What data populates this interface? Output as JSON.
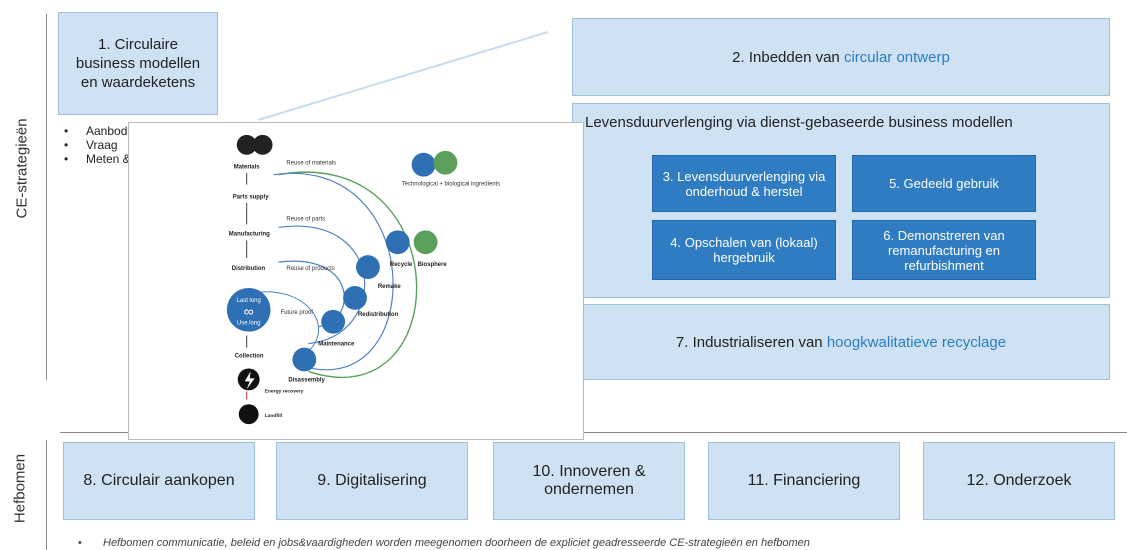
{
  "side_labels": {
    "strategies": "CE-strategieën",
    "levers": "Hefbomen"
  },
  "box1": {
    "title": "1. Circulaire business modellen en waardeketens",
    "bullets": [
      "Aanbod",
      "Vraag",
      "Meten & evalueren"
    ]
  },
  "box2": {
    "prefix": "2. Inbedden van ",
    "accent": "circular ontwerp"
  },
  "box_lifetime": {
    "title": "Levensduurverlenging via dienst-gebaseerde business modellen",
    "items": [
      "3. Levensduurverlenging via onderhoud & herstel",
      "5. Gedeeld gebruik",
      "4. Opschalen van (lokaal) hergebruik",
      "6. Demonstreren van remanufacturing en refurbishment"
    ]
  },
  "box7": {
    "prefix": "7. Industrialiseren van ",
    "accent": "hoogkwalitatieve recyclage"
  },
  "levers": [
    "8. Circulair aankopen",
    "9. Digitalisering",
    "10. Innoveren & ondernemen",
    "11. Financiering",
    "12. Onderzoek"
  ],
  "footnote": "Hefbomen communicatie, beleid en jobs&vaardigheden worden meegenomen doorheen de expliciet geadresseerde CE-strategieën en hefbomen",
  "diagram": {
    "chain": [
      "Materials",
      "Parts supply",
      "Manufacturing",
      "Distribution",
      "Collection",
      "Energy recovery",
      "Landfill"
    ],
    "loops": [
      "Reuse of materials",
      "Reuse of parts",
      "Reuse of products",
      "Future proof"
    ],
    "center_top": "Last long",
    "center_bottom": "Use long",
    "nodes": [
      "Remake",
      "Redistribution",
      "Maintenance",
      "Disassembly",
      "Recycle",
      "Biosphere"
    ],
    "ingredients": "Technological + biological ingredients"
  },
  "colors": {
    "light_box": "#cfe2f3",
    "dark_box": "#2f7cc3",
    "accent_text": "#2a7dc4"
  }
}
